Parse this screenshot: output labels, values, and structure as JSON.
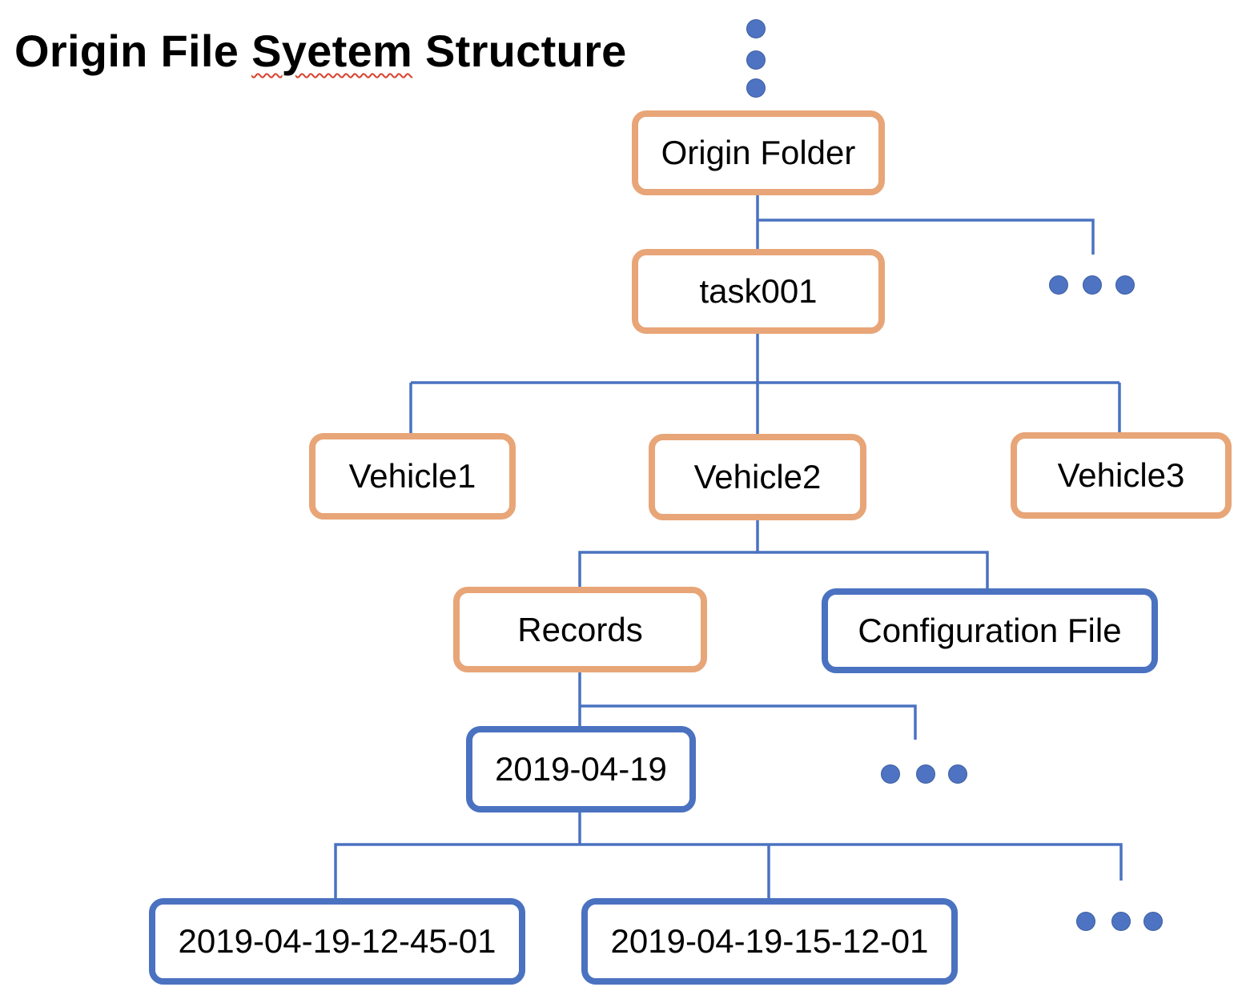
{
  "title": {
    "prefix": "Origin File ",
    "misspelled_word": "Syetem",
    "suffix": " Structure"
  },
  "nodes": {
    "origin_folder": "Origin Folder",
    "task001": "task001",
    "vehicle1": "Vehicle1",
    "vehicle2": "Vehicle2",
    "vehicle3": "Vehicle3",
    "records": "Records",
    "configuration_file": "Configuration File",
    "date_folder": "2019-04-19",
    "record_1": "2019-04-19-12-45-01",
    "record_2": "2019-04-19-15-12-01"
  },
  "colors": {
    "folder_border": "#e8a577",
    "file_border": "#4a72c0",
    "connector": "#4a72c0",
    "ellipsis_dot": "#4f73c3"
  },
  "legend_semantics": {
    "folder_border_icon": "orange-rounded-box",
    "file_border_icon": "blue-rounded-box",
    "ellipsis_icon": "ellipsis-dots-icon"
  }
}
